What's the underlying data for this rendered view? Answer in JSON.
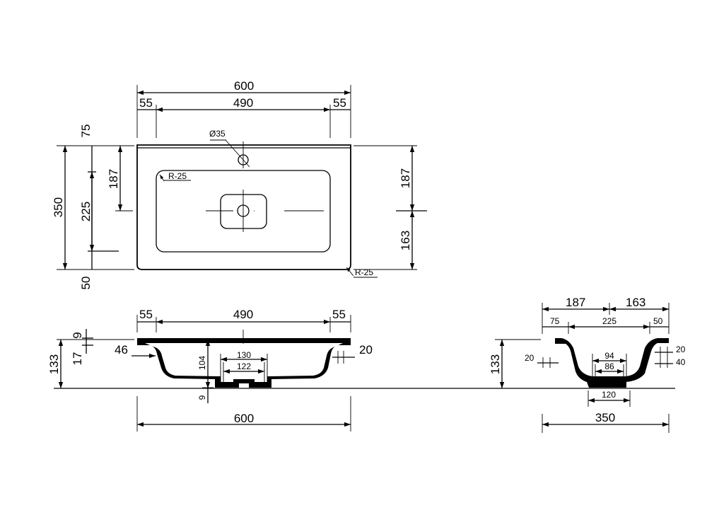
{
  "top_view": {
    "width_total": "600",
    "width_inner": "490",
    "margin_left": "55",
    "margin_right": "55",
    "tap_hole": "Ø35",
    "corner_radius_inner": "R-25",
    "corner_radius_outer": "R-25",
    "depth_total": "350",
    "back_rim": "75",
    "front_rim": "50",
    "bowl_depth": "225",
    "to_drain_left": "187",
    "to_drain_right": "187",
    "drain_to_front": "163"
  },
  "front_section": {
    "width_inner": "490",
    "margin_left": "55",
    "margin_right": "55",
    "width_total": "600",
    "height_total": "133",
    "rim_thickness": "9",
    "lip": "17",
    "wall_left": "46",
    "wall_right": "20",
    "bowl_height": "104",
    "drain_outer": "130",
    "drain_inner": "122",
    "base": "9"
  },
  "side_section": {
    "to_drain": "187",
    "from_drain": "163",
    "back_rim": "75",
    "bowl": "225",
    "front_rim": "50",
    "height_total": "133",
    "wall_back": "20",
    "wall_front": "20",
    "front_lip": "40",
    "drain_outer": "94",
    "drain_inner": "86",
    "base_width": "120",
    "depth_total": "350"
  }
}
